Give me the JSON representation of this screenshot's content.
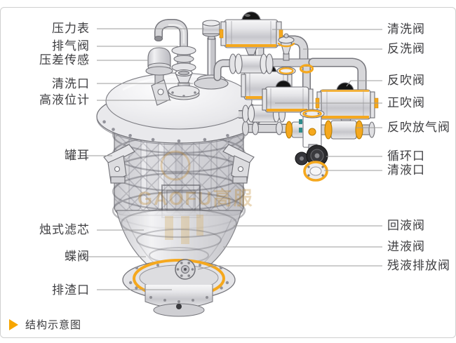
{
  "caption": {
    "marker_icon": "play-arrow-icon",
    "text": "结构示意图"
  },
  "watermark": {
    "text": "GAOFU高服"
  },
  "colors": {
    "accent_yellow": "#F5A81E",
    "actuator_dome": "#141414",
    "leader_line": "#9b9b9b",
    "label_text": "#3e3e41"
  },
  "labels": {
    "left": [
      {
        "text": "压力表"
      },
      {
        "text": "排气阀"
      },
      {
        "text": "压差传感"
      },
      {
        "text": "清洗口"
      },
      {
        "text": "高液位计"
      },
      {
        "text": "罐耳"
      },
      {
        "text": "烛式滤芯"
      },
      {
        "text": "蝶阀"
      },
      {
        "text": "排渣口"
      }
    ],
    "right": [
      {
        "text": "清洗阀"
      },
      {
        "text": "反洗阀"
      },
      {
        "text": "反吹阀"
      },
      {
        "text": "正吹阀"
      },
      {
        "text": "反吹放气阀"
      },
      {
        "text": "循环口"
      },
      {
        "text": "清液口"
      },
      {
        "text": "回液阀"
      },
      {
        "text": "进液阀"
      },
      {
        "text": "残液排放阀"
      }
    ]
  }
}
